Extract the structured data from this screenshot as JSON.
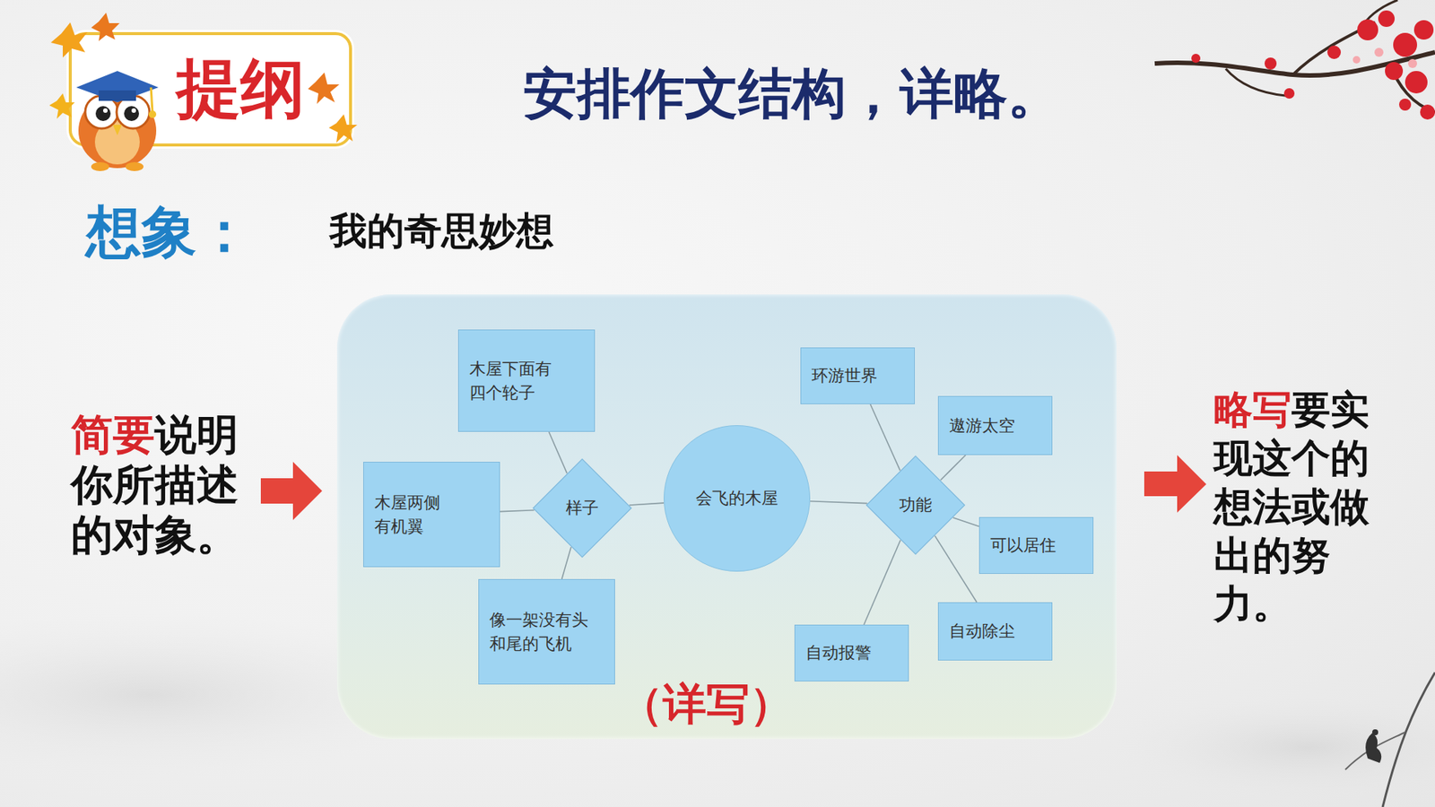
{
  "diagram": {
    "title": "安排作文结构，详略。",
    "nodes": [
      {
        "text": [
          "提纲"
        ]
      },
      {
        "text": [
          "（详写）"
        ]
      },
      {
        "text": [
          "木屋下面有四个轮子"
        ],
        "in": 1
      },
      {
        "text": [
          "环游世界"
        ],
        "in": 1
      },
      {
        "text": [
          "遨游太空"
        ],
        "in": 1
      },
      {
        "text": [
          "木屋两侧有机翼"
        ],
        "in": 1
      },
      {
        "text": [
          "样子"
        ],
        "in": 1
      },
      {
        "text": [
          "会飞的木屋"
        ],
        "in": 1
      },
      {
        "text": [
          "功能"
        ],
        "in": 1
      },
      {
        "text": [
          "可以居住"
        ],
        "in": 1
      },
      {
        "text": [
          "像一架没有头和尾的飞机"
        ],
        "in": 1
      },
      {
        "text": [
          "自动除尘"
        ],
        "in": 1
      },
      {
        "text": [
          "自动报警"
        ],
        "in": 1
      }
    ],
    "edges": [
      {
        "from": 7,
        "to": 6,
        "arrow": "none"
      },
      {
        "from": 7,
        "to": 8,
        "arrow": "none"
      },
      {
        "from": 6,
        "to": 2,
        "arrow": "none"
      },
      {
        "from": 6,
        "to": 5,
        "arrow": "none"
      },
      {
        "from": 6,
        "to": 10,
        "arrow": "none"
      },
      {
        "from": 8,
        "to": 3,
        "arrow": "none"
      },
      {
        "from": 8,
        "to": 4,
        "arrow": "none"
      },
      {
        "from": 8,
        "to": 9,
        "arrow": "none"
      },
      {
        "from": 8,
        "to": 11,
        "arrow": "none"
      },
      {
        "from": 8,
        "to": 12,
        "arrow": "none"
      }
    ],
    "labels": [
      "想象：",
      "我的奇思妙想",
      "简要",
      "说明你所描述的对象。",
      "略写",
      "要实现这个的想法或做出的努力。"
    ]
  }
}
